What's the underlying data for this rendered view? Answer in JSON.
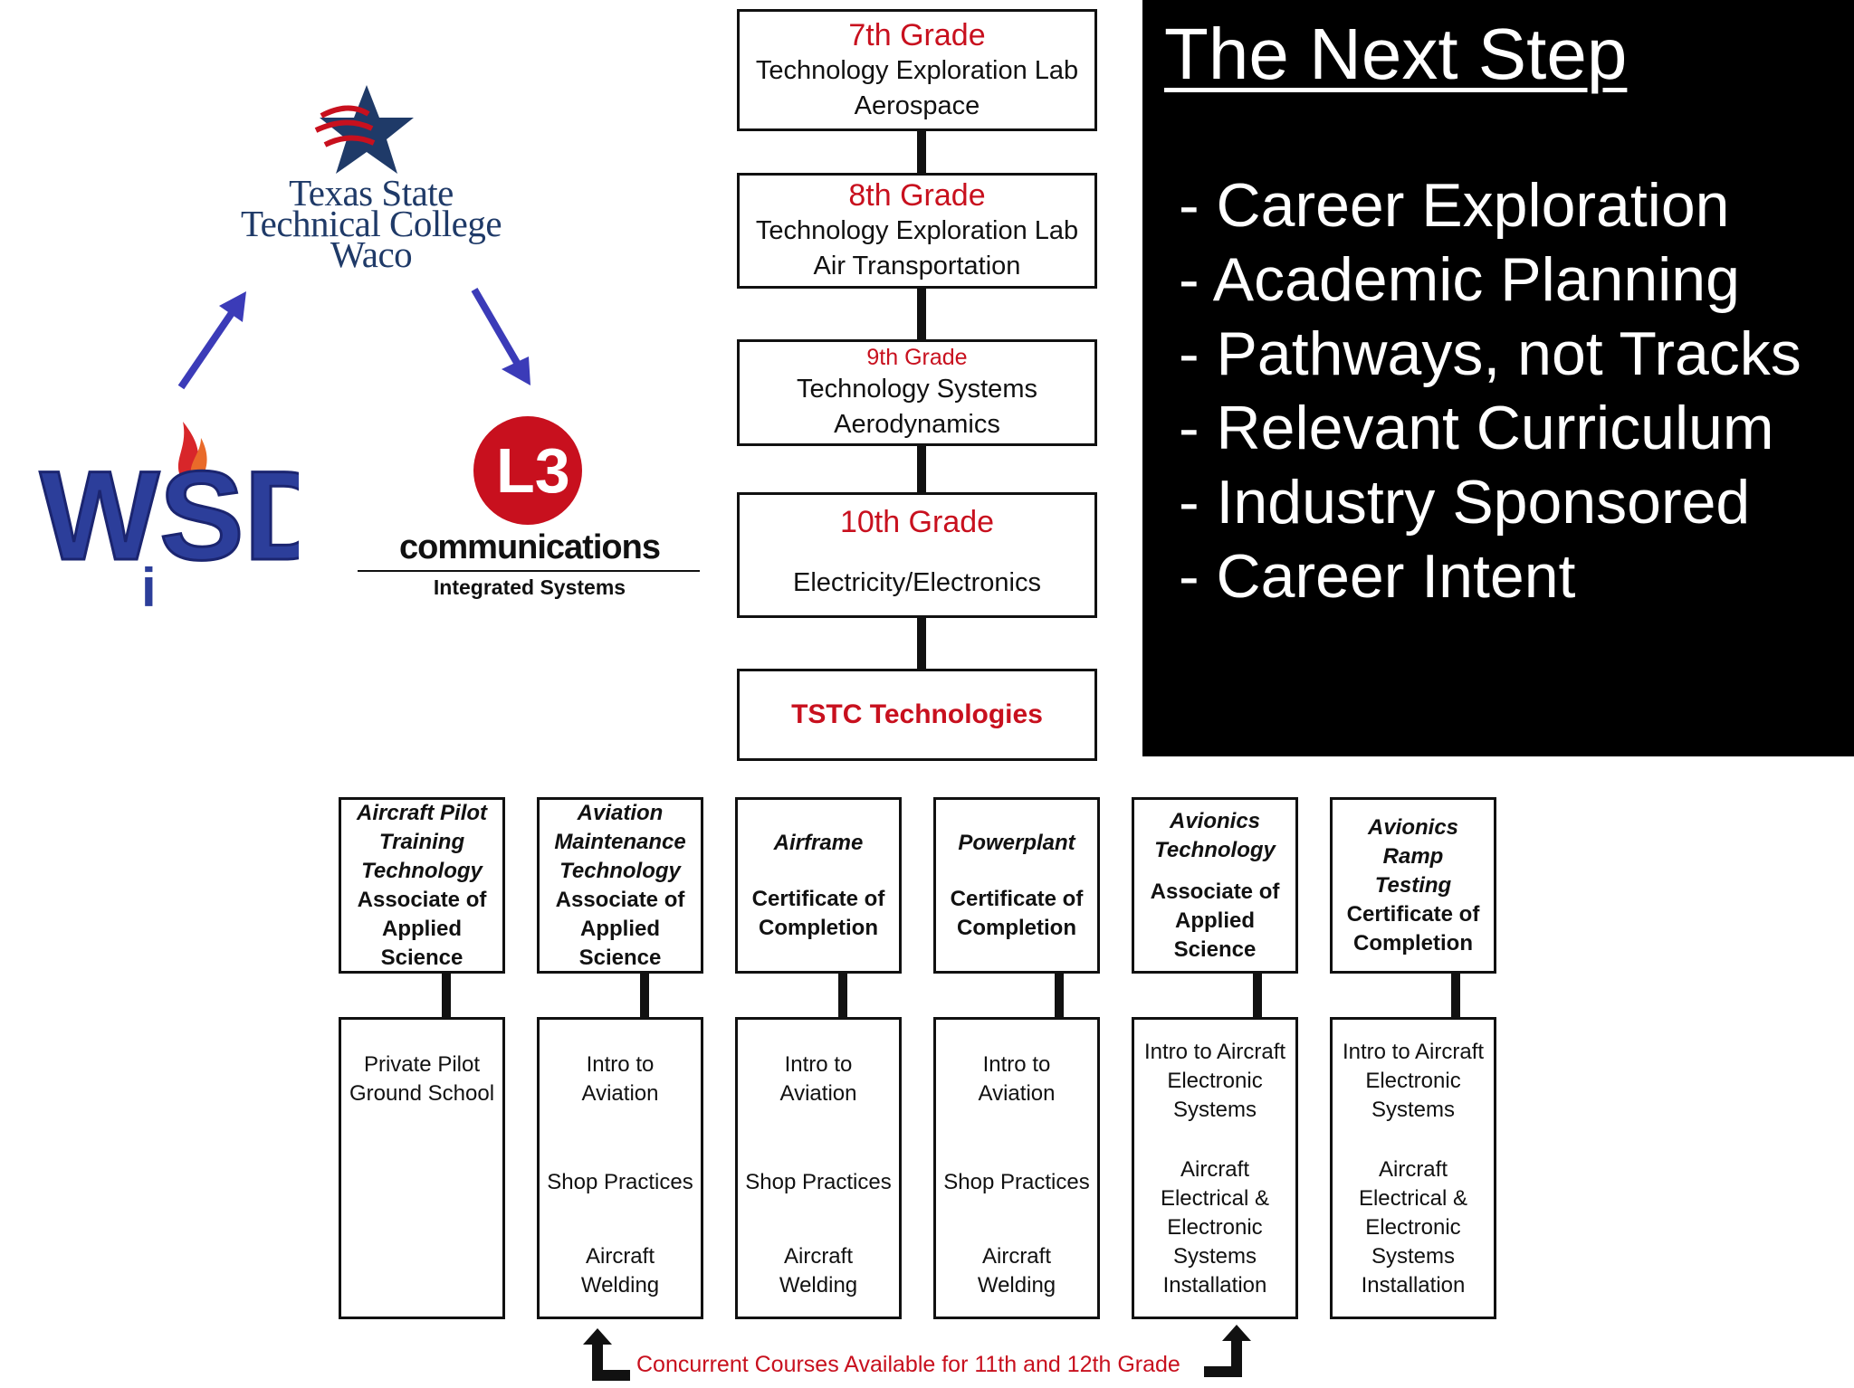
{
  "panel": {
    "title": "The Next Step",
    "items": [
      "- Career Exploration",
      "- Academic Planning",
      "- Pathways, not Tracks",
      "- Relevant Curriculum",
      "- Industry Sponsored",
      "- Career Intent"
    ]
  },
  "logos": {
    "tstc": {
      "line1": "Texas State",
      "line2": "Technical College",
      "line3": "Waco"
    },
    "l3": {
      "mark": "L3",
      "name": "communications",
      "sub": "Integrated Systems"
    },
    "wisd": {
      "label": "WISD"
    }
  },
  "grades": [
    {
      "title": "7th Grade",
      "lines": [
        "Technology Exploration Lab",
        "Aerospace"
      ]
    },
    {
      "title": "8th Grade",
      "lines": [
        "Technology Exploration Lab",
        "Air Transportation"
      ]
    },
    {
      "title": "9th Grade",
      "lines": [
        "Technology Systems",
        "Aerodynamics"
      ]
    },
    {
      "title": "10th Grade",
      "lines": [
        "Electricity/Electronics"
      ]
    },
    {
      "title": "TSTC Technologies",
      "lines": []
    }
  ],
  "programs": [
    {
      "name": [
        "Aircraft Pilot",
        "Training",
        "Technology"
      ],
      "degree": [
        "Associate of",
        "Applied",
        "Science"
      ],
      "courses": [
        [
          "Private Pilot",
          "Ground School"
        ]
      ]
    },
    {
      "name": [
        "Aviation",
        "Maintenance",
        "Technology"
      ],
      "degree": [
        "Associate of",
        "Applied",
        "Science"
      ],
      "courses": [
        [
          "Intro to",
          "Aviation"
        ],
        [
          "Shop Practices"
        ],
        [
          "Aircraft",
          "Welding"
        ]
      ]
    },
    {
      "name": [
        "Airframe"
      ],
      "degree": [
        "Certificate of",
        "Completion"
      ],
      "courses": [
        [
          "Intro to",
          "Aviation"
        ],
        [
          "Shop Practices"
        ],
        [
          "Aircraft",
          "Welding"
        ]
      ]
    },
    {
      "name": [
        "Powerplant"
      ],
      "degree": [
        "Certificate of",
        "Completion"
      ],
      "courses": [
        [
          "Intro to",
          "Aviation"
        ],
        [
          "Shop Practices"
        ],
        [
          "Aircraft",
          "Welding"
        ]
      ]
    },
    {
      "name": [
        "Avionics",
        "Technology"
      ],
      "degree": [
        "Associate of",
        "Applied",
        "Science"
      ],
      "courses": [
        [
          "Intro to Aircraft",
          "Electronic",
          "Systems"
        ],
        [
          "Aircraft",
          "Electrical &",
          "Electronic",
          "Systems",
          "Installation"
        ]
      ]
    },
    {
      "name": [
        "Avionics",
        "Ramp",
        "Testing"
      ],
      "degree": [
        "Certificate of",
        "Completion"
      ],
      "courses": [
        [
          "Intro to Aircraft",
          "Electronic",
          "Systems"
        ],
        [
          "Aircraft",
          "Electrical &",
          "Electronic",
          "Systems",
          "Installation"
        ]
      ]
    }
  ],
  "footer": {
    "concurrent": "Concurrent Courses Available for 11th and 12th Grade"
  },
  "colors": {
    "accent_red": "#c8101e",
    "arrow_blue": "#3b3bb8",
    "panel_bg": "#000000",
    "wisd_blue": "#2c3e9a"
  }
}
